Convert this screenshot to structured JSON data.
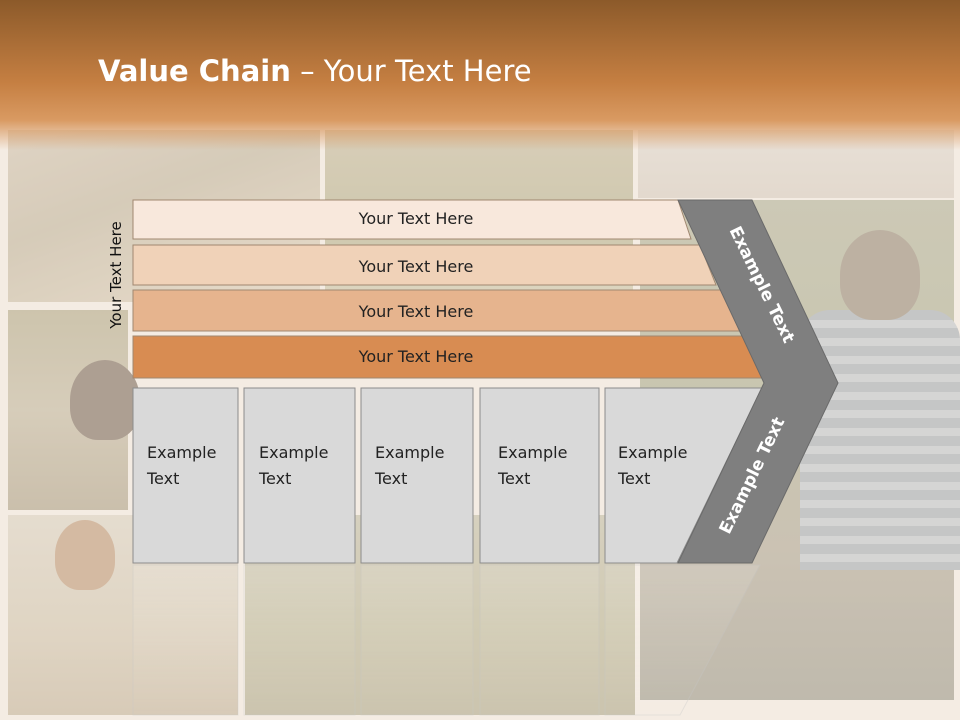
{
  "title": {
    "bold": "Value Chain",
    "rest": " – Your Text Here"
  },
  "side_label": "Your Text Here",
  "bars": [
    {
      "text": "Your Text Here",
      "color": "#f8e8dc"
    },
    {
      "text": "Your Text Here",
      "color": "#f0d2b8"
    },
    {
      "text": "Your Text Here",
      "color": "#e6b48e"
    },
    {
      "text": "Your Text Here",
      "color": "#d88c52"
    }
  ],
  "boxes": [
    {
      "line1": "Example",
      "line2": "Text"
    },
    {
      "line1": "Example",
      "line2": "Text"
    },
    {
      "line1": "Example",
      "line2": "Text"
    },
    {
      "line1": "Example",
      "line2": "Text"
    },
    {
      "line1": "Example",
      "line2": "Text"
    }
  ],
  "chevron": {
    "upper": "Example Text",
    "lower": "Example Text",
    "color": "#7f7f7f"
  },
  "colors": {
    "box_fill": "#d9d9d9",
    "box_stroke": "#8c8c8c",
    "header": "#c57f42"
  }
}
